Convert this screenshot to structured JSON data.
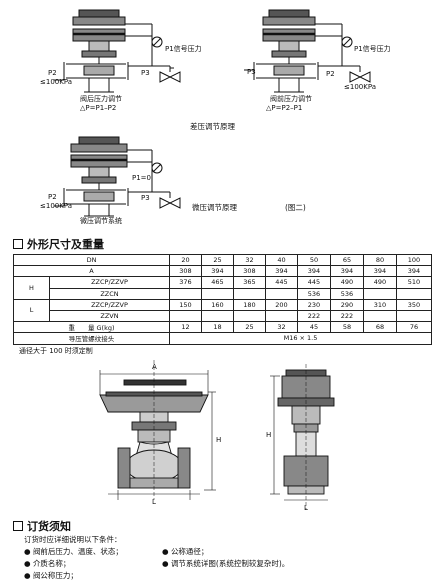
{
  "diagram1": {
    "p1_label": "P1信号压力",
    "p2_label": "P2",
    "p2_limit": "≤100KPa",
    "p3_label": "P3",
    "caption": "阀后压力调节",
    "formula": "△P=P1–P2"
  },
  "diagram2": {
    "p1_label": "P1信号压力",
    "p3_label": "P3",
    "p2_label": "P2",
    "p2_limit": "≤100KPa",
    "caption": "阀前压力调节",
    "formula": "△P=P2–P1"
  },
  "diagram_pair_caption": "差压调节原理",
  "diagram3": {
    "p1_label": "P1=0",
    "p2_label": "P2",
    "p2_limit": "≤100KPa",
    "p3_label": "P3",
    "caption": "微压调节系统",
    "side_caption": "微压调节原理",
    "figure_label": "(图二)"
  },
  "section_dims": {
    "title": "外形尺寸及重量"
  },
  "spec_table": {
    "dn_label": "DN",
    "dn": [
      "20",
      "25",
      "32",
      "40",
      "50",
      "65",
      "80",
      "100"
    ],
    "a_label": "A",
    "a": [
      "308",
      "394",
      "308",
      "394",
      "394",
      "394",
      "394",
      "394"
    ],
    "h_label": "H",
    "h_rows": [
      {
        "model": "ZZCP/ZZVP",
        "values": [
          "376",
          "465",
          "365",
          "445",
          "445",
          "490",
          "490",
          "510"
        ]
      },
      {
        "model": "ZZCN",
        "values": [
          "",
          "",
          "",
          "",
          "536",
          "536",
          "",
          ""
        ]
      }
    ],
    "l_label": "L",
    "l_rows": [
      {
        "model": "ZZCP/ZZVP",
        "values": [
          "150",
          "160",
          "180",
          "200",
          "230",
          "290",
          "310",
          "350"
        ]
      },
      {
        "model": "ZZVN",
        "values": [
          "",
          "",
          "",
          "",
          "222",
          "222",
          "",
          ""
        ]
      }
    ],
    "weight_label": "重　　量 G(kg)",
    "weight": [
      "12",
      "18",
      "25",
      "32",
      "45",
      "58",
      "68",
      "76"
    ],
    "thread_label": "导压管螺纹接头",
    "thread_value": "M16 × 1.5"
  },
  "note_custom": "通径大于 100 时须定制",
  "drawing_labels": {
    "a": "A",
    "h": "H",
    "l": "L",
    "h_side": "H",
    "l_side": "L"
  },
  "section_order": {
    "title": "订货须知"
  },
  "order_intro": "订货时应详细说明以下条件：",
  "order_items_left": [
    "阀前后压力、温度、状态；",
    "介质名称；",
    "阀公称压力；"
  ],
  "order_items_right": [
    "公称通径；",
    "调节系统详图(系统控制较复杂时)。"
  ]
}
